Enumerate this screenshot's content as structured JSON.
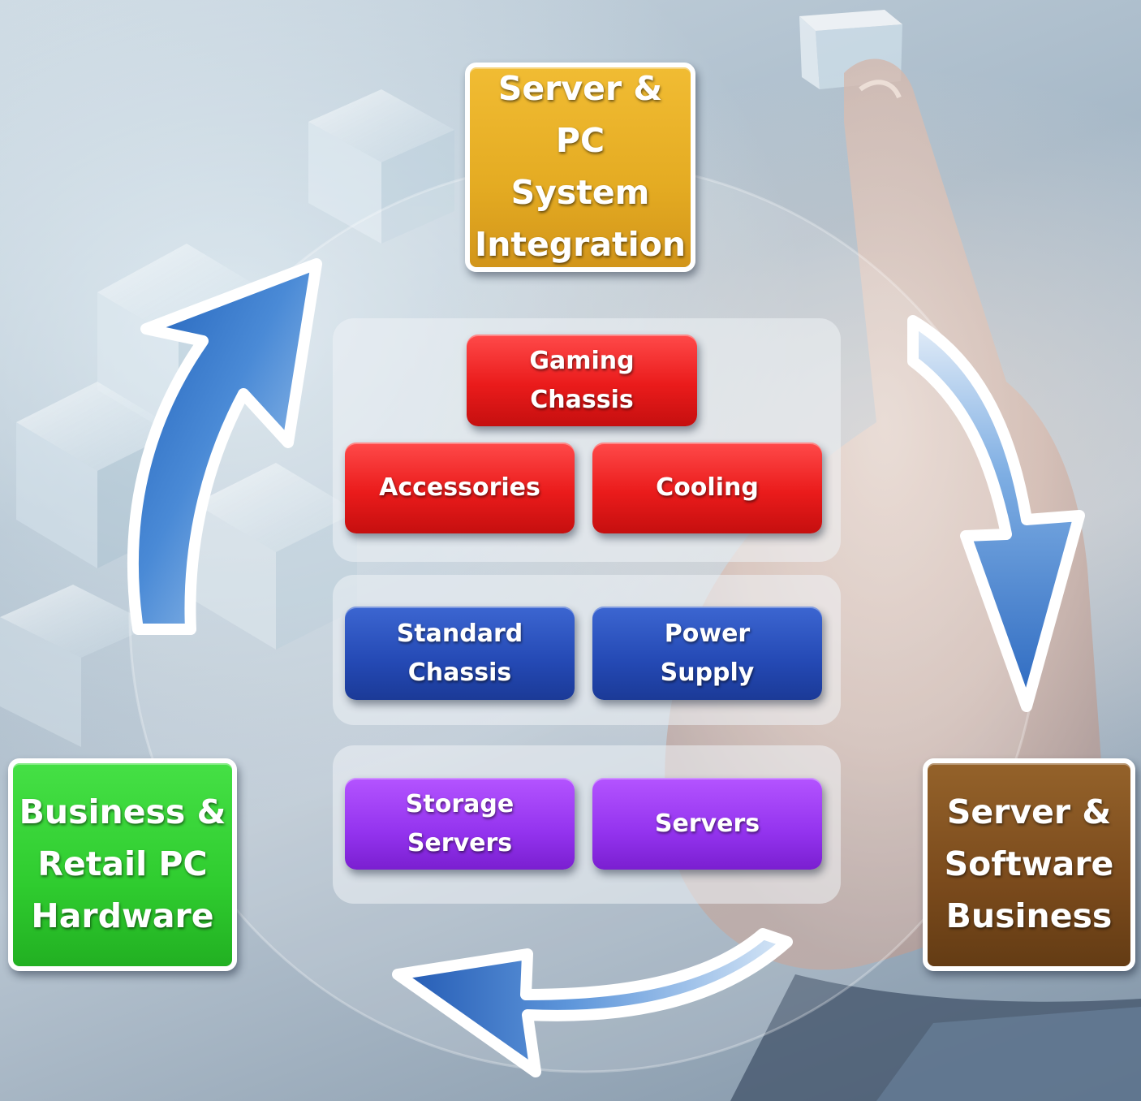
{
  "diagram": {
    "top_box": "Server & PC\nSystem\nIntegration",
    "left_box": "Business &\nRetail PC\nHardware",
    "right_box": "Server &\nSoftware\nBusiness",
    "gaming_chassis": "Gaming\nChassis",
    "accessories": "Accessories",
    "cooling": "Cooling",
    "standard_chassis": "Standard\nChassis",
    "power_supply": "Power\nSupply",
    "storage_servers": "Storage\nServers",
    "servers": "Servers"
  },
  "colors": {
    "top_box": "#e4ab22",
    "left_box": "#2fcc2f",
    "right_box": "#7a4a1c",
    "red_blocks": "#e81b1b",
    "blue_blocks": "#2449b4",
    "purple_blocks": "#9333ee",
    "cycle_arrows": "#3a78c9"
  }
}
